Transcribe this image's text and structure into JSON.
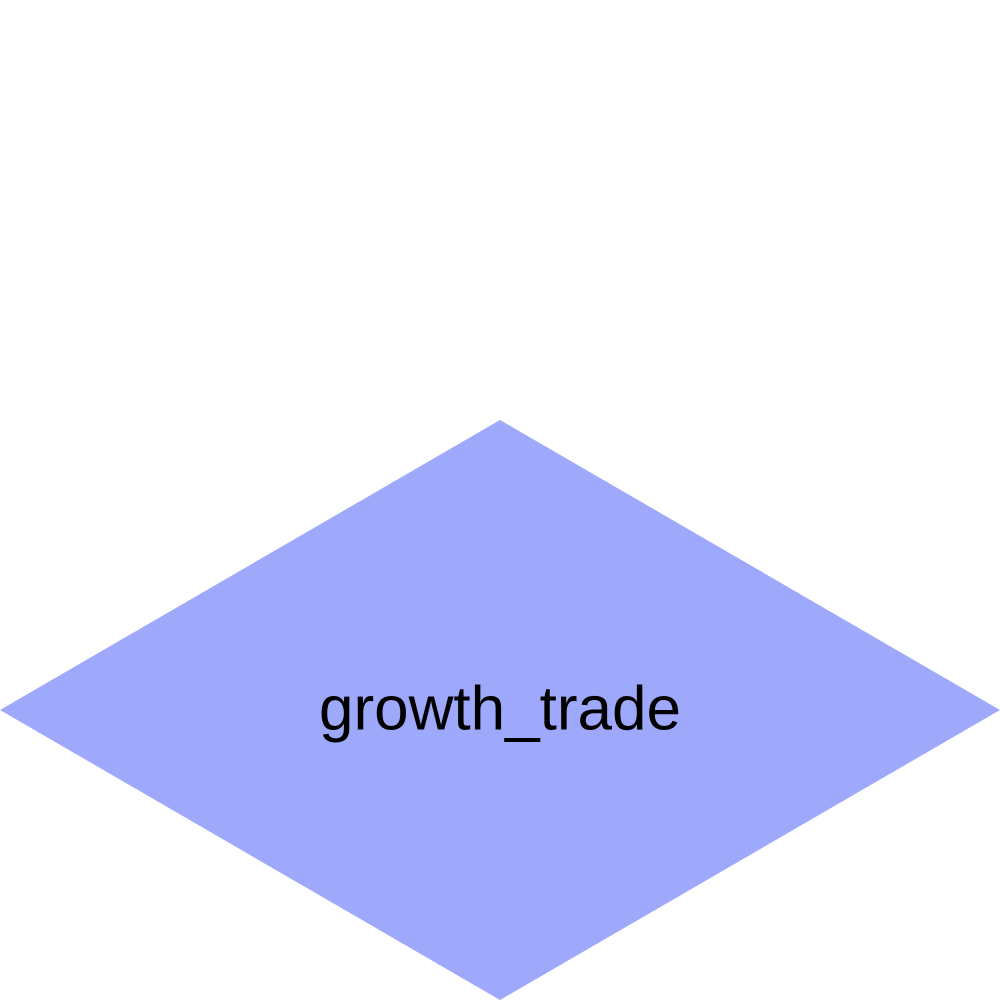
{
  "diagram": {
    "nodes": [
      {
        "id": "growth_trade",
        "shape": "diamond",
        "label": "growth_trade",
        "fill": "#9EA9FC"
      }
    ]
  }
}
